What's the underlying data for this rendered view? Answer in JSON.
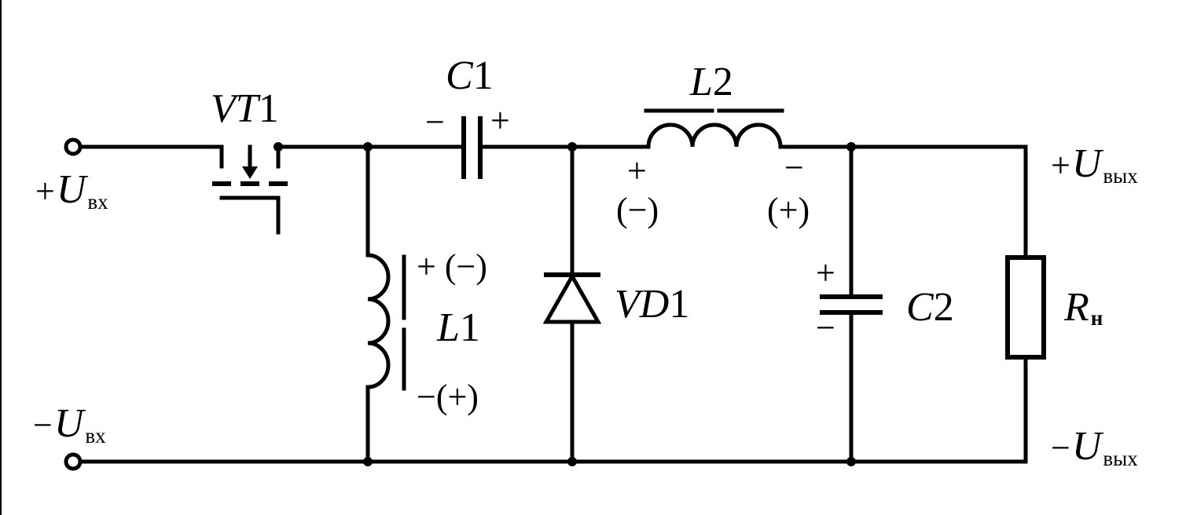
{
  "input": {
    "plus_sign": "+",
    "minus_sign": "−",
    "symbol": "U",
    "subscript": "вх"
  },
  "output": {
    "plus_sign": "+",
    "minus_sign": "−",
    "symbol": "U",
    "subscript": "вых"
  },
  "components": {
    "vt1": {
      "letters": "VT",
      "number": "1"
    },
    "c1": {
      "letter": "C",
      "number": "1",
      "left_polarity": "−",
      "right_polarity": "+"
    },
    "l1": {
      "letter": "L",
      "number": "1",
      "top_polarity": "+ (−)",
      "bottom_polarity": "−(+)"
    },
    "vd1": {
      "letters": "VD",
      "number": "1"
    },
    "l2": {
      "letter": "L",
      "number": "2",
      "left_polarity": "+",
      "left_alt": "(−)",
      "right_polarity": "−",
      "right_alt": "(+)"
    },
    "c2": {
      "letter": "C",
      "number": "2",
      "top_polarity": "+",
      "bottom_polarity": "−"
    },
    "rn": {
      "letter": "R",
      "subscript": "н"
    }
  }
}
